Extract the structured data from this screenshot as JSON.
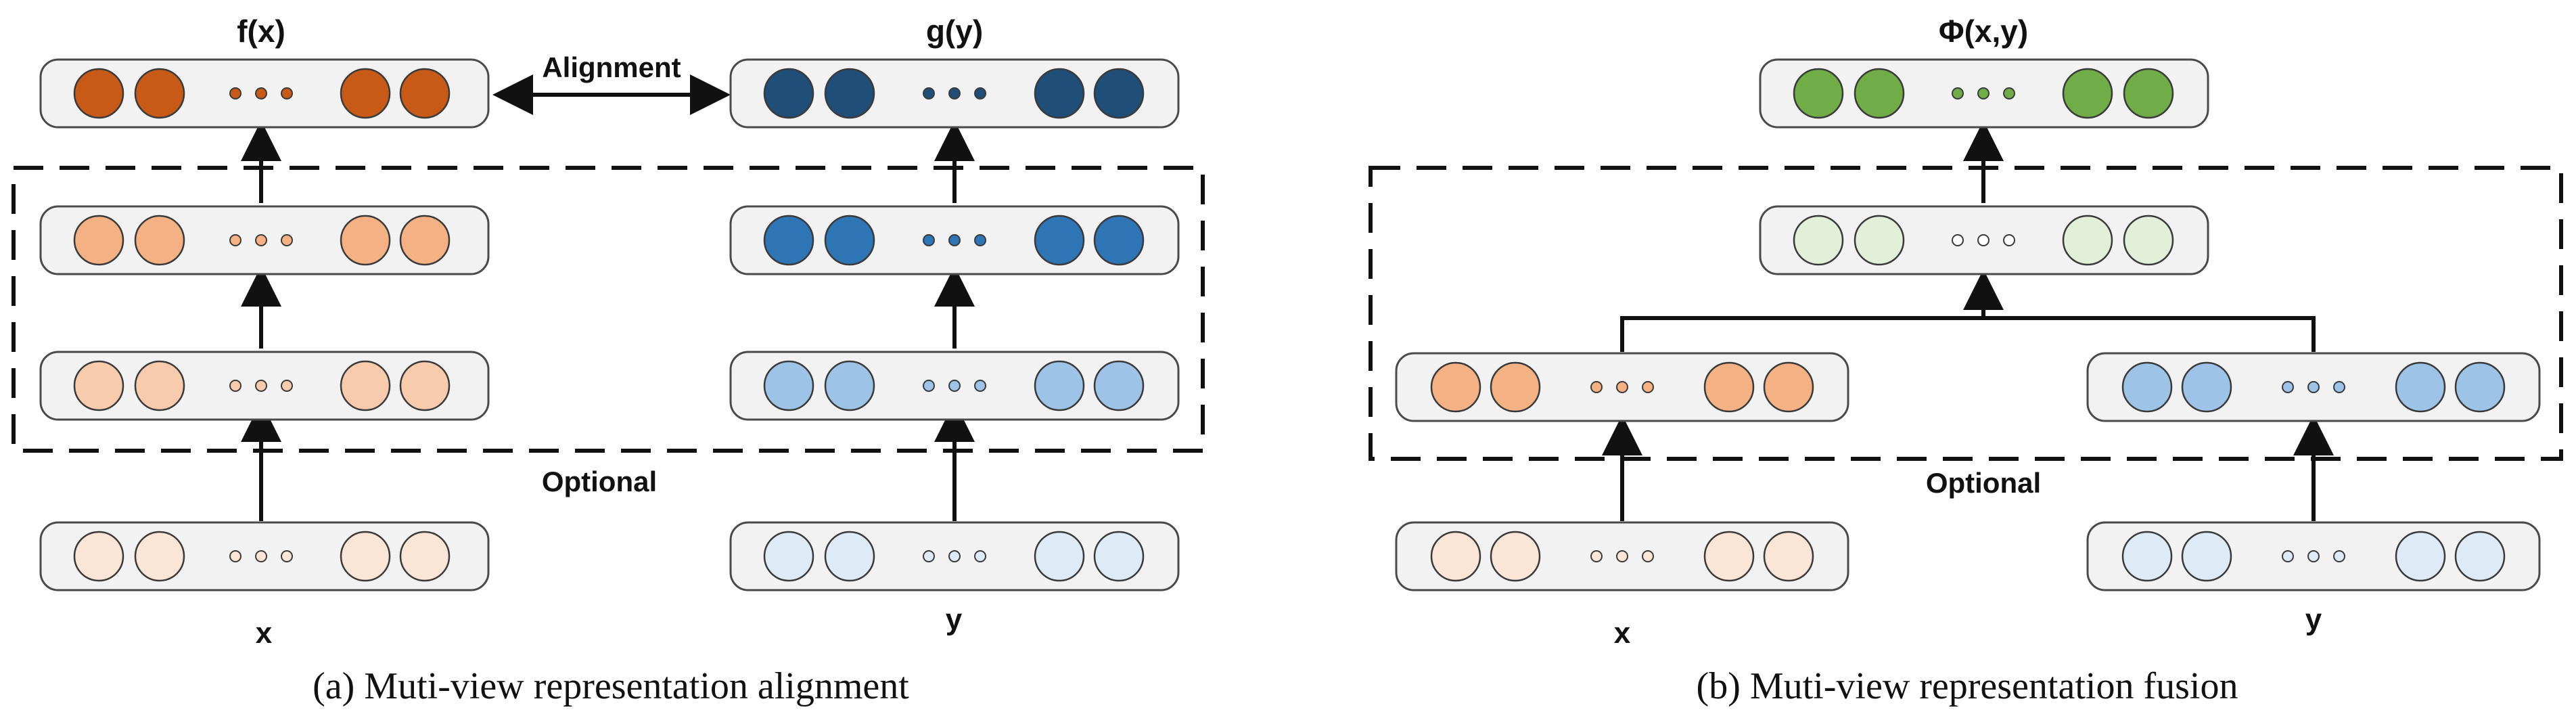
{
  "panel_a": {
    "caption": "(a)  Muti-view representation alignment",
    "top_left_label": "f(x)",
    "top_right_label": "g(y)",
    "alignment_label": "Alignment",
    "optional_label": "Optional",
    "input_left_label": "x",
    "input_right_label": "y"
  },
  "panel_b": {
    "caption": "(b)  Muti-view representation fusion",
    "top_label": "Φ(x,y)",
    "optional_label": "Optional",
    "input_left_label": "x",
    "input_right_label": "y"
  },
  "colors": {
    "orange_top": "#c85a17",
    "orange_hidden2": "#f4b183",
    "orange_hidden1": "#f8cbad",
    "orange_input": "#fbe5d6",
    "blue_top": "#1f4e79",
    "blue_hidden2": "#2e75b6",
    "blue_hidden1": "#9dc3e6",
    "blue_input": "#deebf7",
    "green_top": "#70ad47",
    "green_hidden": "#e2f0d9",
    "fusion_orange": "#f4b183",
    "fusion_blue": "#9dc3e6"
  }
}
